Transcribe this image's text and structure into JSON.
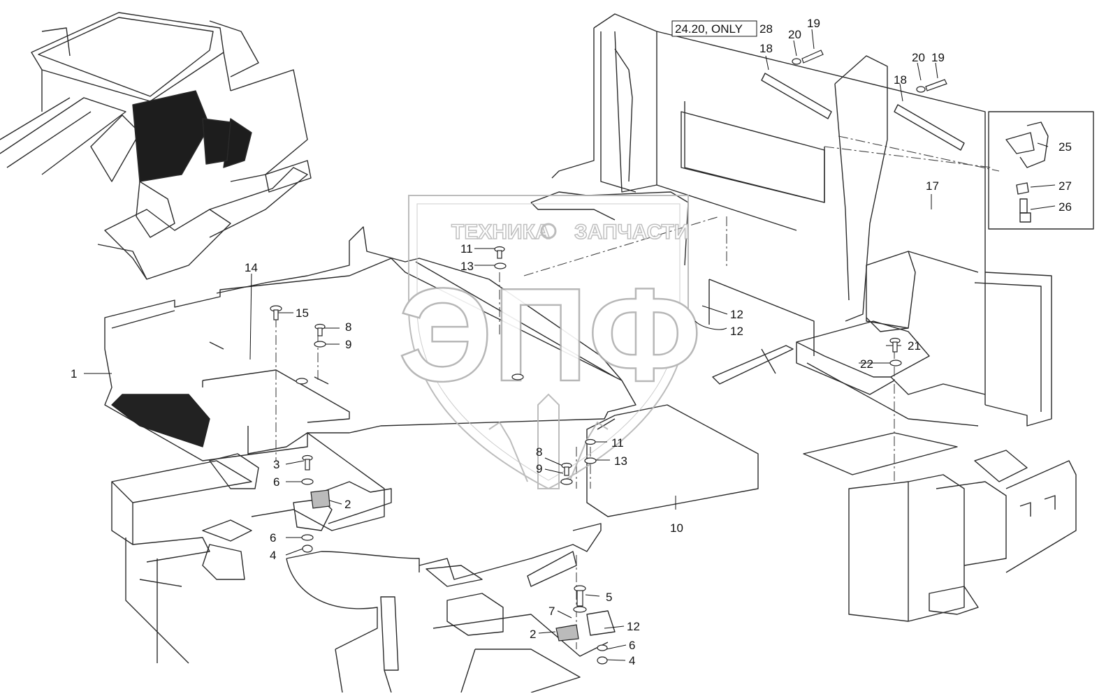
{
  "diagram": {
    "variant_note": "24.20, ONLY",
    "callouts": [
      "1",
      "2",
      "2",
      "3",
      "4",
      "4",
      "5",
      "6",
      "6",
      "6",
      "7",
      "8",
      "8",
      "9",
      "9",
      "10",
      "11",
      "11",
      "12",
      "12",
      "12",
      "13",
      "13",
      "14",
      "15",
      "17",
      "18",
      "18",
      "19",
      "19",
      "20",
      "20",
      "21",
      "22",
      "25",
      "26",
      "27",
      "28"
    ]
  },
  "watermark": {
    "line": "ТЕХНИКА",
    "line2": "ЗАПЧАСТИ",
    "monogram": "ЭПФ"
  },
  "colors": {
    "line": "#2a2a2a",
    "dash": "#444444",
    "watermark": "#b5b5b5"
  }
}
